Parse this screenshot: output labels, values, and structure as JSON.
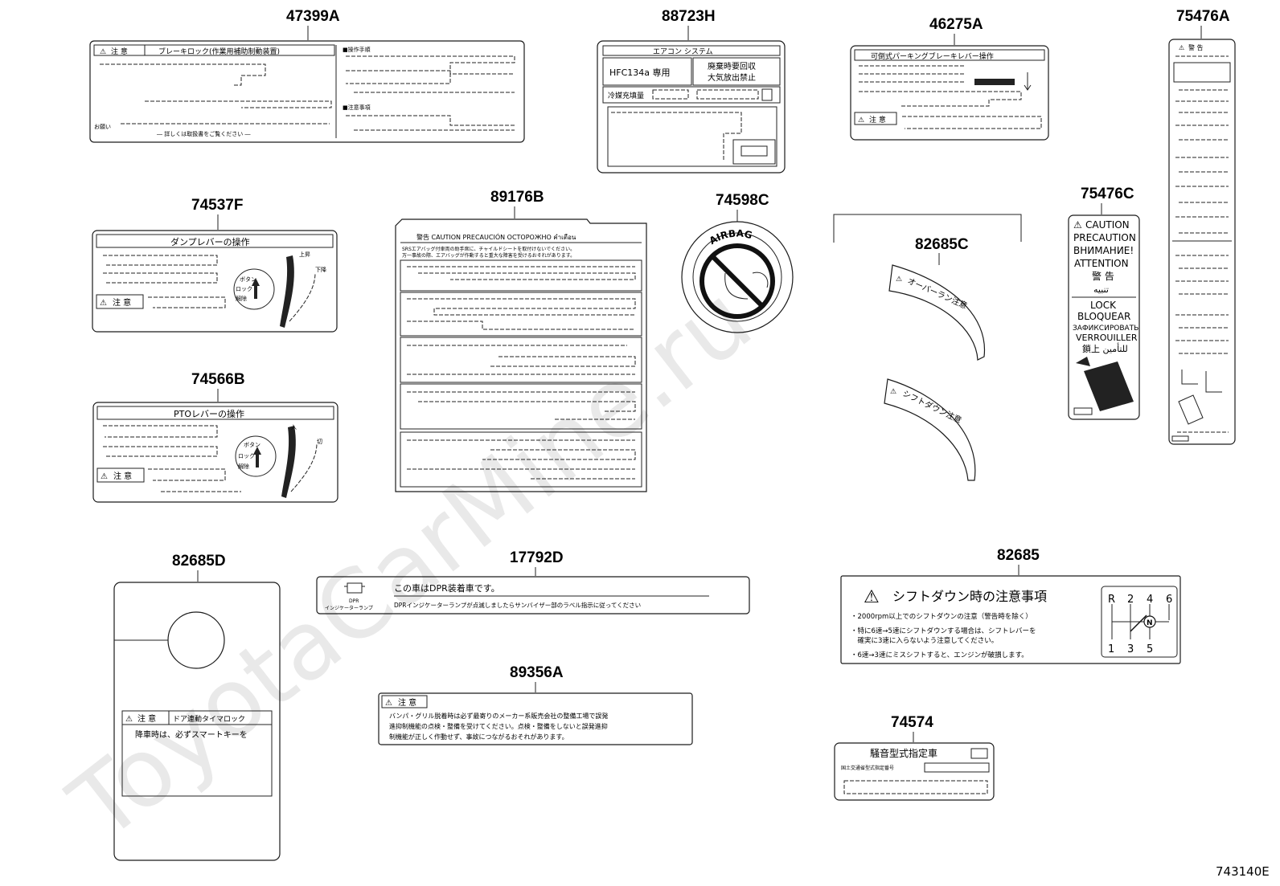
{
  "watermark": "ToyotaCarMine.ru",
  "diagram_id": "743140E",
  "labels": {
    "l47399A": {
      "part_no": "47399A",
      "caution": "注 意",
      "title": "ブレーキロック(作業用補助制動装置)",
      "sub1": "■操作手順",
      "sub2": "■注意事項",
      "footer": "― 詳しくは取扱書をご覧ください ―",
      "side": "お願い"
    },
    "l88723H": {
      "part_no": "88723H",
      "title": "エアコン システム",
      "cell1": "HFC134a 専用",
      "cell2a": "廃棄時要回収",
      "cell2b": "大気放出禁止",
      "cell3": "冷媒充填量"
    },
    "l46275A": {
      "part_no": "46275A",
      "title": "可倒式パーキングブレーキレバー操作",
      "caution": "注 意"
    },
    "l75476A": {
      "part_no": "75476A",
      "header": "警 告"
    },
    "l74537F": {
      "part_no": "74537F",
      "title": "ダンプレバーの操作",
      "caution": "注 意",
      "up": "上昇",
      "down": "下降",
      "button": "ボタン",
      "lock": "ロック",
      "bottom": "解除"
    },
    "l89176B": {
      "part_no": "89176B",
      "header": "警告   CAUTION  PRECAUCIÓN  OСТОРОЖНО  คำเตือน",
      "line1": "SRSエアバッグ付車両の助手席に、チャイルドシートを取付けないでください。",
      "line2": "万一事故の際、エアバッグが作動すると重大な障害を受けるおそれがあります。"
    },
    "l74598C": {
      "part_no": "74598C",
      "ring": "AIRBAG"
    },
    "l82685C": {
      "part_no": "82685C",
      "text1": "オーバーラン注意",
      "text2": "シフトダウン注意"
    },
    "l75476C": {
      "part_no": "75476C",
      "lines": [
        "CAUTION",
        "PRECAUTION",
        "ВНИМАНИЕ!",
        "ATTENTION",
        "警 告",
        "تنبيه"
      ],
      "lock_lines": [
        "LOCK",
        "BLOQUEAR",
        "ЗАФИКСИРОВАТЬ",
        "VERROUILLER",
        "鎖上 للتأمين"
      ]
    },
    "l74566B": {
      "part_no": "74566B",
      "title": "PTOレバーの操作",
      "caution": "注 意",
      "up": "入",
      "down": "切",
      "button": "ボタン",
      "lock": "ロック",
      "bottom": "解除"
    },
    "l82685D": {
      "part_no": "82685D",
      "caution": "注 意",
      "title": "ドア連動タイマロック",
      "body": "降車時は、必ずスマートキーを"
    },
    "l17792D": {
      "part_no": "17792D",
      "icon_label1": "DPR",
      "icon_label2": "インジケーターランプ",
      "title": "この車はDPR装着車です。",
      "body": "DPRインジケーターランプが点滅しましたらサンバイザー部のラベル指示に従ってください"
    },
    "l89356A": {
      "part_no": "89356A",
      "caution": "注 意",
      "line1": "バンパ・グリル脱着時は必ず最寄りのメーカー系販売会社の整備工場で誤発",
      "line2": "進抑制機能の点検・整備を受けてください。点検・整備をしないと誤発進抑",
      "line3": "制機能が正しく作動せず、事故につながるおそれがあります。"
    },
    "l82685": {
      "part_no": "82685",
      "title": "シフトダウン時の注意事項",
      "line1": "・2000rpm以上でのシフトダウンの注意（警告時を除く）",
      "line2": "・特に6速→5速にシフトダウンする場合は、シフトレバーを",
      "line3": "　確実に3速に入らないよう注意してください。",
      "line4": "・6速→3速にミスシフトすると、エンジンが破損します。",
      "gears_top": [
        "R",
        "2",
        "4",
        "6"
      ],
      "gears_bottom": [
        "1",
        "3",
        "5"
      ],
      "neutral": "N"
    },
    "l74574": {
      "part_no": "74574",
      "title": "騒音型式指定車",
      "sub": "国土交通省型式指定番号"
    }
  }
}
